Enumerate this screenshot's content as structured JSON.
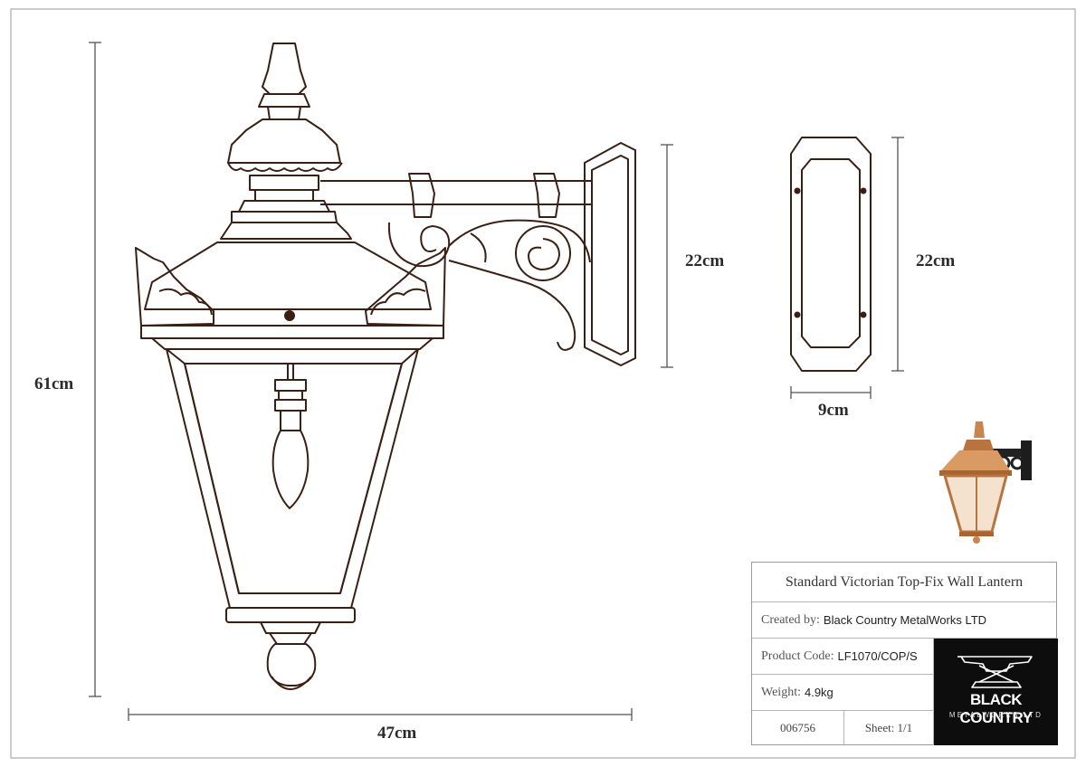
{
  "dimensions": {
    "height": "61cm",
    "width": "47cm",
    "bracket_height": "22cm",
    "plate_height": "22cm",
    "plate_width": "9cm"
  },
  "title_block": {
    "title": "Standard Victorian Top-Fix Wall Lantern",
    "created_by_label": "Created by:",
    "created_by": "Black Country MetalWorks LTD",
    "product_code_label": "Product Code:",
    "product_code": "LF1070/COP/S",
    "weight_label": "Weight:",
    "weight": "4.9kg",
    "reference": "006756",
    "sheet": "Sheet: 1/1"
  },
  "logo": {
    "name": "BLACK COUNTRY",
    "subtitle": "METALWORKS LTD"
  },
  "colors": {
    "line": "#3a1f14",
    "dimension_line": "#555555",
    "copper": "#c8864e"
  }
}
